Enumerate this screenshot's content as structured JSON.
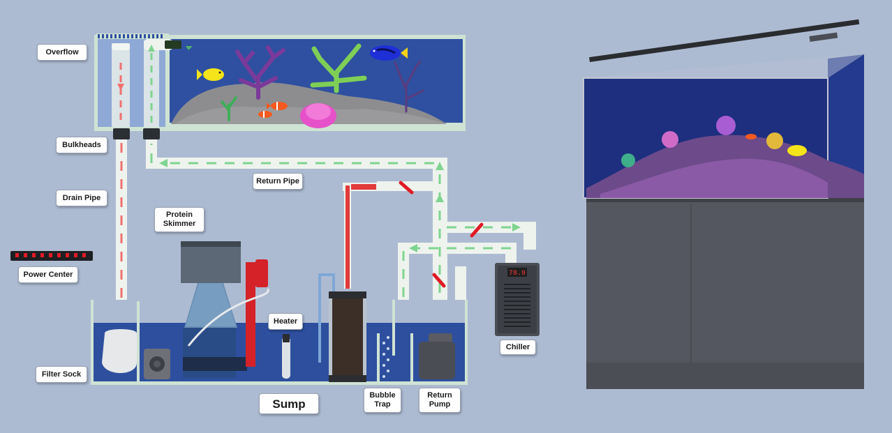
{
  "labels": {
    "overflow": "Overflow",
    "bulkheads": "Bulkheads",
    "drain_pipe": "Drain Pipe",
    "return_pipe": "Return Pipe",
    "protein_skimmer_line1": "Protein",
    "protein_skimmer_line2": "Skimmer",
    "power_center": "Power Center",
    "heater": "Heater",
    "filter_sock": "Filter Sock",
    "sump": "Sump",
    "bubble_trap_line1": "Bubble",
    "bubble_trap_line2": "Trap",
    "return_pump_line1": "Return",
    "return_pump_line2": "Pump",
    "chiller": "Chiller",
    "chiller_display": "78.9"
  },
  "colors": {
    "background": "#adbbd2",
    "water": "#2e4f9e",
    "pipe": "#eef3ee",
    "flow_return": "#7fd48f",
    "flow_drain": "#f07070",
    "valve": "#e01b24",
    "cabinet": "#585a63"
  }
}
